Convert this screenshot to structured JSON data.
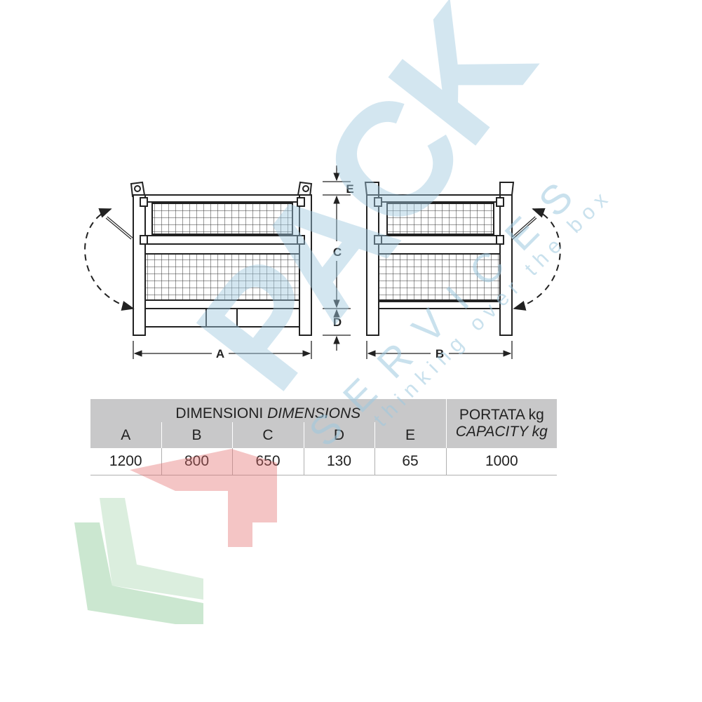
{
  "drawing": {
    "labels": {
      "a": "A",
      "b": "B",
      "c": "C",
      "d": "D",
      "e": "E"
    }
  },
  "table": {
    "group_header": "DIMENSIONI",
    "group_header_en": "DIMENSIONS",
    "capacity_header": "PORTATA kg",
    "capacity_header_en": "CAPACITY kg",
    "columns": [
      "A",
      "B",
      "C",
      "D",
      "E"
    ],
    "values": [
      "1200",
      "800",
      "650",
      "130",
      "65"
    ],
    "capacity": "1000"
  },
  "watermark": {
    "brand": "PACK",
    "sub": "SERVICES",
    "tagline": "thinking over the box",
    "colors": {
      "blue": "#9ec9e0",
      "green": "#7cc38a",
      "red": "#e46f6f"
    }
  }
}
